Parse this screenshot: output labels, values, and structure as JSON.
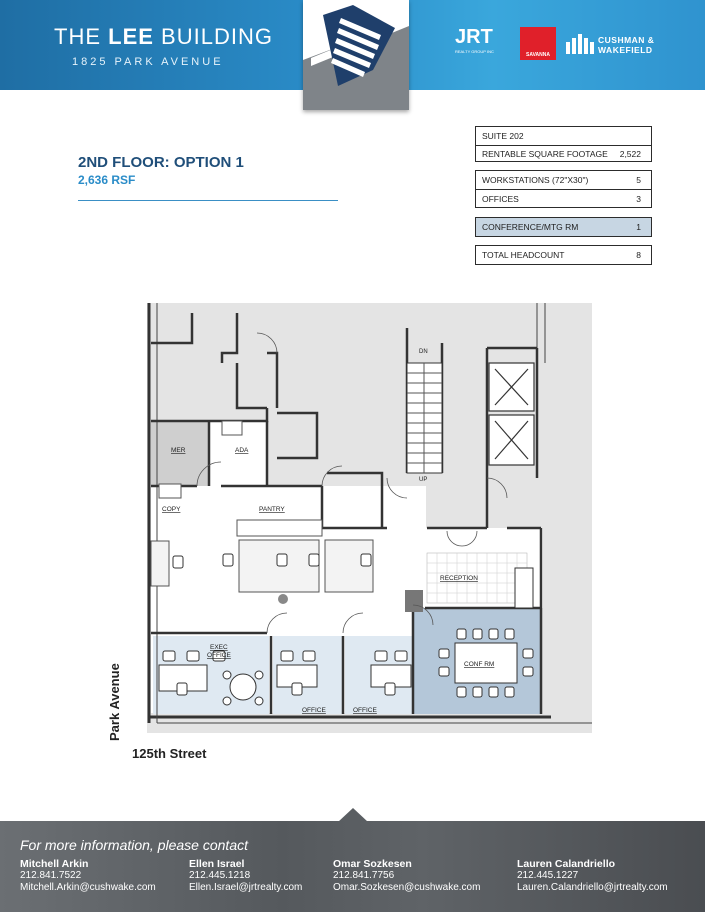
{
  "header": {
    "title_prefix": "THE ",
    "title_bold": "LEE",
    "title_suffix": " BUILDING",
    "address": "1825 PARK AVENUE",
    "partners": {
      "jrt": "JRT",
      "jrt_sub": "REALTY GROUP INC",
      "savanna": "SAVANNA",
      "cw_line1": "CUSHMAN &",
      "cw_line2": "WAKEFIELD"
    }
  },
  "option": {
    "title": "2ND FLOOR: OPTION 1",
    "rsf": "2,636 RSF"
  },
  "summary": {
    "suite": "SUITE 202",
    "rsf_label": "RENTABLE SQUARE FOOTAGE",
    "rsf_value": "2,522",
    "workstations_label": "WORKSTATIONS (72\"X30\")",
    "workstations_value": "5",
    "offices_label": "OFFICES",
    "offices_value": "3",
    "conf_label": "CONFERENCE/MTG RM",
    "conf_value": "1",
    "headcount_label": "TOTAL HEADCOUNT",
    "headcount_value": "8"
  },
  "plan": {
    "mer": "MER",
    "ada": "ADA",
    "copy": "COPY",
    "pantry": "PANTRY",
    "dn": "DN",
    "up": "UP",
    "reception": "RECEPTION",
    "exec_office_1": "EXEC",
    "exec_office_2": "OFFICE",
    "conf_rm": "CONF RM",
    "office_1": "OFFICE",
    "office_2": "OFFICE"
  },
  "streets": {
    "avenue": "Park Avenue",
    "street": "125th Street"
  },
  "footer": {
    "intro": "For more information, please contact",
    "contacts": [
      {
        "name": "Mitchell Arkin",
        "phone": "212.841.7522",
        "email": "Mitchell.Arkin@cushwake.com"
      },
      {
        "name": "Ellen Israel",
        "phone": "212.445.1218",
        "email": "Ellen.Israel@jrtrealty.com"
      },
      {
        "name": "Omar Sozkesen",
        "phone": "212.841.7756",
        "email": "Omar.Sozkesen@cushwake.com"
      },
      {
        "name": "Lauren Calandriello",
        "phone": "212.445.1227",
        "email": "Lauren.Calandriello@jrtrealty.com"
      }
    ]
  },
  "colors": {
    "header_blue": "#2a8cc8",
    "title_navy": "#1f4e79",
    "conf_highlight": "#c7d6e3",
    "office_highlight": "#dfe9f2",
    "conf_room_blue": "#b4c7d9",
    "footer_gray": "#5a5e62"
  }
}
